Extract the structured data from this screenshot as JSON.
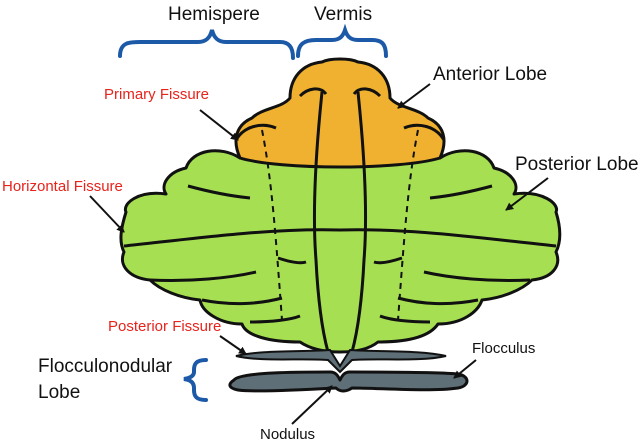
{
  "labels": {
    "hemisphere": "Hemispere",
    "vermis": "Vermis",
    "anterior_lobe": "Anterior Lobe",
    "posterior_lobe": "Posterior Lobe",
    "primary_fissure": "Primary Fissure",
    "horizontal_fissure": "Horizontal Fissure",
    "posterior_fissure": "Posterior Fissure",
    "flocculonodular_lobe_line1": "Flocculonodular",
    "flocculonodular_lobe_line2": "Lobe",
    "flocculus": "Flocculus",
    "nodulus": "Nodulus"
  },
  "colors": {
    "anterior_lobe": "#efb12f",
    "posterior_lobe": "#a6e052",
    "flocculonodular_lobe": "#5f6f78",
    "outline": "#111111",
    "bracket": "#1c5aa8",
    "fissure_label": "#e8231c"
  }
}
